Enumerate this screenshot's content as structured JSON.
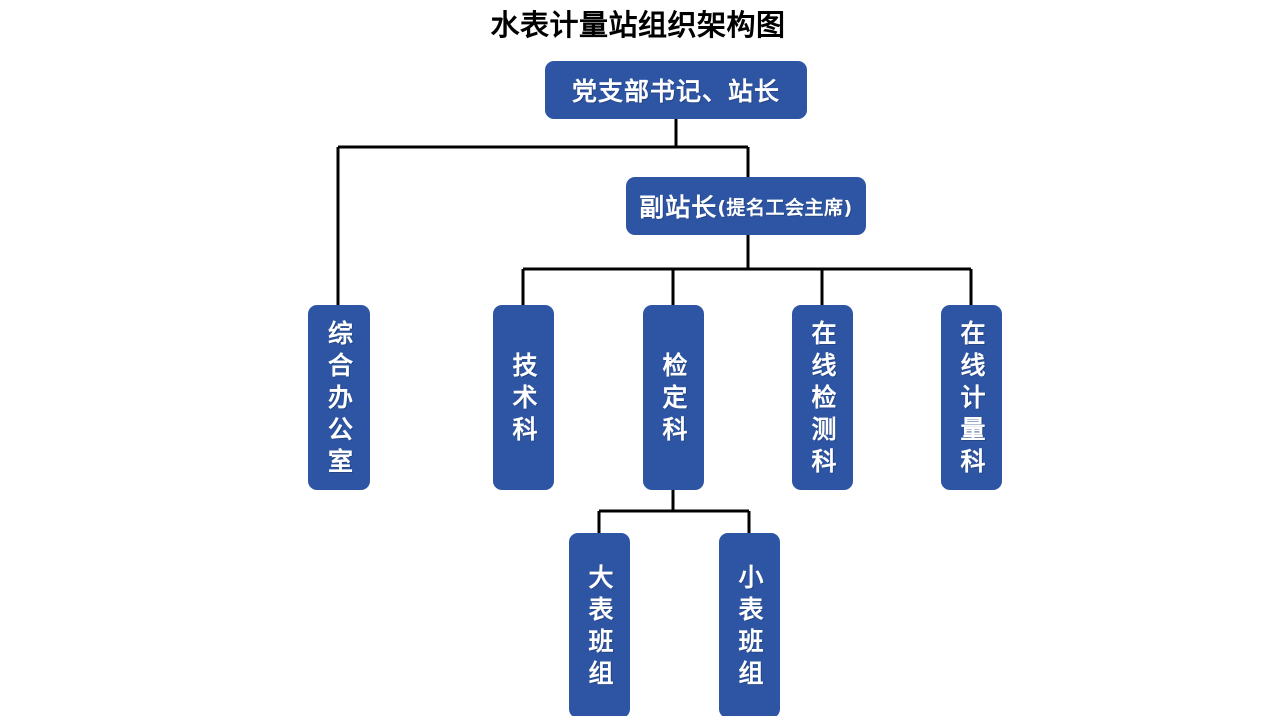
{
  "title": "水表计量站组织架构图",
  "theme": {
    "node_fill": "#2E55A3",
    "node_text": "#FFFFFF",
    "connector": "#000000",
    "background": "#FFFFFF",
    "title_color": "#000000"
  },
  "nodes": {
    "director": {
      "label": "党支部书记、站长",
      "level": 1,
      "orientation": "horizontal"
    },
    "deputy": {
      "label": "副站长",
      "sub_label": "(提名工会主席)",
      "level": 2,
      "orientation": "horizontal"
    },
    "office": {
      "label": "综合办公室",
      "level": 3,
      "orientation": "vertical"
    },
    "tech": {
      "label": "技术科",
      "level": 3,
      "orientation": "vertical"
    },
    "verification": {
      "label": "检定科",
      "level": 3,
      "orientation": "vertical"
    },
    "online_test": {
      "label": "在线检测科",
      "level": 3,
      "orientation": "vertical"
    },
    "online_meter": {
      "label": "在线计量科",
      "level": 3,
      "orientation": "vertical"
    },
    "large_meter": {
      "label": "大表班组",
      "level": 4,
      "orientation": "vertical"
    },
    "small_meter": {
      "label": "小表班组",
      "level": 4,
      "orientation": "vertical"
    }
  },
  "edges": [
    {
      "from": "director",
      "to": "deputy"
    },
    {
      "from": "director",
      "to": "office"
    },
    {
      "from": "deputy",
      "to": "tech"
    },
    {
      "from": "deputy",
      "to": "verification"
    },
    {
      "from": "deputy",
      "to": "online_test"
    },
    {
      "from": "deputy",
      "to": "online_meter"
    },
    {
      "from": "verification",
      "to": "large_meter"
    },
    {
      "from": "verification",
      "to": "small_meter"
    }
  ]
}
